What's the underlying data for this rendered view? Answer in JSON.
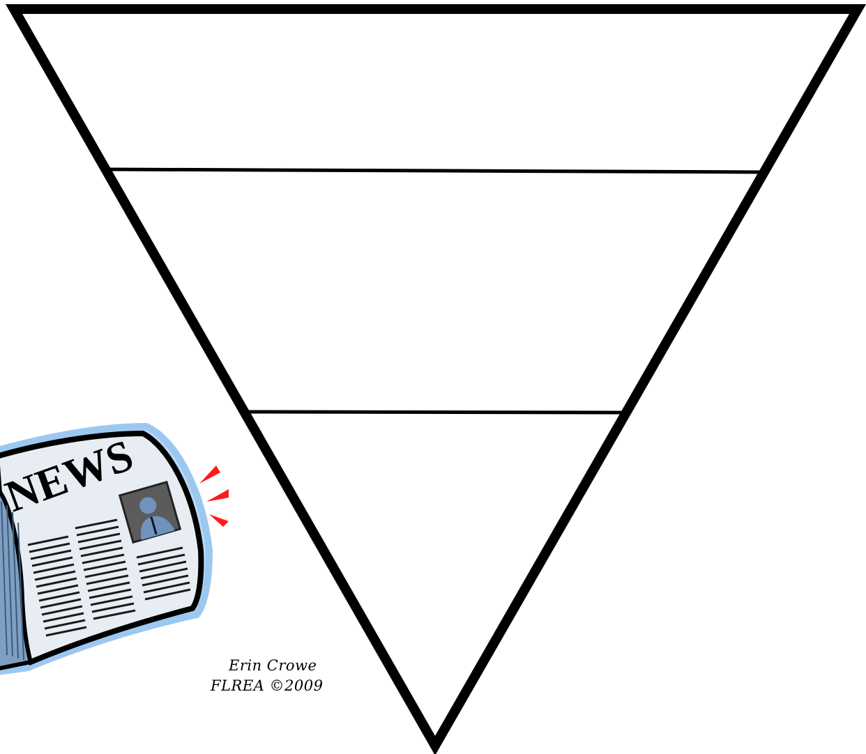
{
  "diagram": {
    "type": "inverted-pyramid",
    "sections": 3,
    "stroke_color": "#000000",
    "fill_color": "#ffffff"
  },
  "newspaper_clipart": {
    "headline": "NEWS",
    "icon": "rolled-newspaper-icon",
    "accent_color": "#ff1a1a",
    "outline_glow": "#9cc8f0"
  },
  "credit": {
    "author": "Erin Crowe",
    "organization": "FLREA ©2009"
  }
}
